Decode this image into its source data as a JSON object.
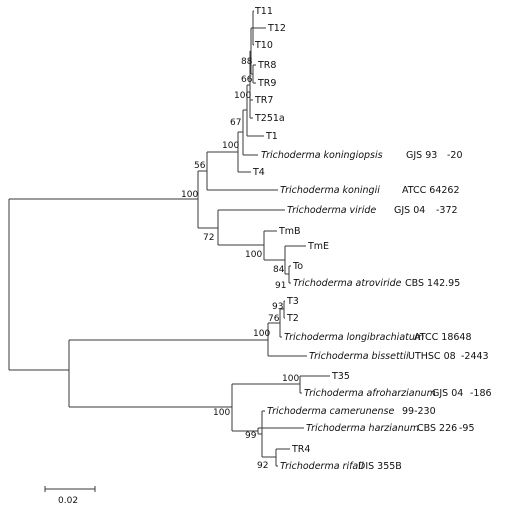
{
  "taxa": {
    "t11": "T11",
    "t12": "T12",
    "t10": "T10",
    "tr8": "TR8",
    "tr9": "TR9",
    "tr7": "TR7",
    "t251a": "T251a",
    "t1": "T1",
    "koningiopsis": {
      "name": "Trichoderma koningiopsis",
      "strain": "GJS 93",
      "num": "-20"
    },
    "t4": "T4",
    "koningii": {
      "name": "Trichoderma koningii",
      "strain": "ATCC 64262"
    },
    "viride": {
      "name": "Trichoderma viride",
      "strain": "GJS 04",
      "num": "-372"
    },
    "tmb": "TmB",
    "tme": "TmE",
    "to": "To",
    "atroviride": {
      "name": "Trichoderma atroviride",
      "strain": "CBS 142.95"
    },
    "t3": "T3",
    "t2": "T2",
    "longibrachiatum": {
      "name": "Trichoderma  longibrachiatum",
      "strain": "ATCC 18648"
    },
    "bissettii": {
      "name": "Trichoderma bissettii",
      "strain": "UTHSC 08",
      "num": "-2443"
    },
    "t35": "T35",
    "afroharzianum": {
      "name": "Trichoderma afroharzianum",
      "strain": "GJS 04",
      "num": "-186"
    },
    "camerunense": {
      "name": "Trichoderma camerunense",
      "strain": "99-230"
    },
    "harzianum": {
      "name": "Trichoderma harzianum",
      "strain": "CBS 226",
      "num": "-95"
    },
    "tr4": "TR4",
    "rifaii": {
      "name": "Trichoderma rifaii",
      "strain": "DIS 355B"
    }
  },
  "bootstrap": {
    "b88": "88",
    "b66": "66",
    "b100_tr7": "100",
    "b67": "67",
    "b100_kg": "100",
    "b56": "56",
    "b100_clade1": "100",
    "b72": "72",
    "b100_tm": "100",
    "b84": "84",
    "b91": "91",
    "b93": "93",
    "b76": "76",
    "b100_lb": "100",
    "b100_t35": "100",
    "b100_harz": "100",
    "b99": "99",
    "b92": "92"
  },
  "scale_bar": {
    "label": "0.02",
    "value": 0.02
  }
}
